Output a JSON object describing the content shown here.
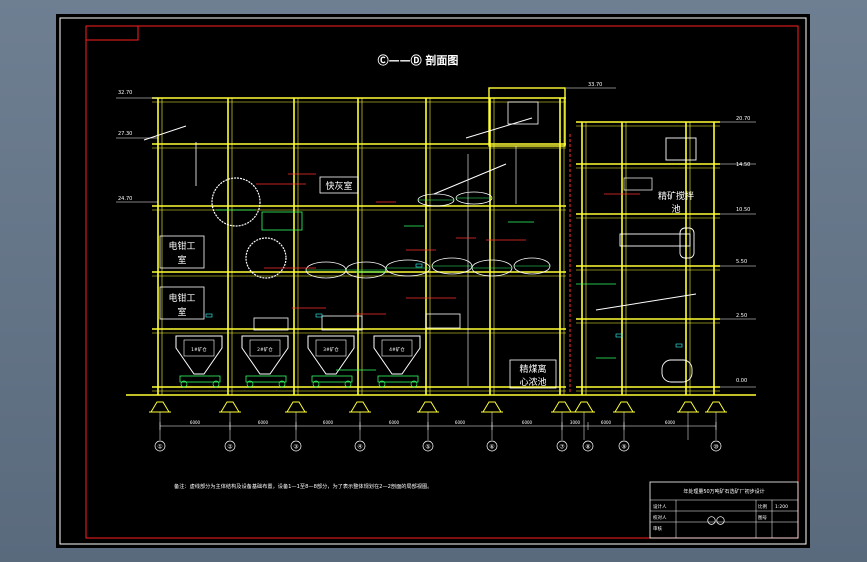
{
  "title": "Ⓒ——Ⓓ 剖面图",
  "rooms": {
    "lime_room": "快灰室",
    "elec1_line1": "电钳工",
    "elec1_line2": "室",
    "elec2_line1": "电钳工",
    "elec2_line2": "室",
    "conc_tank_line1": "精矿搅拌",
    "conc_tank_line2": "池",
    "thickener_line1": "精煤离",
    "thickener_line2": "心浓池"
  },
  "elevations": {
    "top_left": "32.70",
    "left_2": "27.30",
    "left_3": "24.70",
    "right_1": "20.70",
    "right_2": "14.50",
    "right_3": "10.50",
    "right_4": "5.50",
    "right_5": "2.50",
    "right_6": "0.00",
    "roof_mid": "33.70"
  },
  "axes": [
    "①",
    "②",
    "③",
    "④",
    "⑤",
    "⑥",
    "⑦",
    "⑧",
    "⑨",
    "⑩"
  ],
  "dims": [
    "6000",
    "6000",
    "6000",
    "6000",
    "6000",
    "6000",
    "3000",
    "6000",
    "6000",
    "6000"
  ],
  "note": "备注：虚线部分为主体结构及设备基础布置，设备1—1至8—8部分，为了表示整体规划在2—2剖面的局部视图。",
  "title_block": {
    "project": "年处理量50万吨矿石选矿厂初步设计",
    "row1_left": "设计人",
    "row2_left": "校对人",
    "row3_left": "审核",
    "center": "〇〇",
    "scale_label": "比例",
    "scale": "1:200",
    "sheet_label": "图号",
    "sheet": ""
  },
  "hopper_labels": [
    "1#矿仓",
    "2#矿仓",
    "3#矿仓",
    "4#矿仓"
  ]
}
